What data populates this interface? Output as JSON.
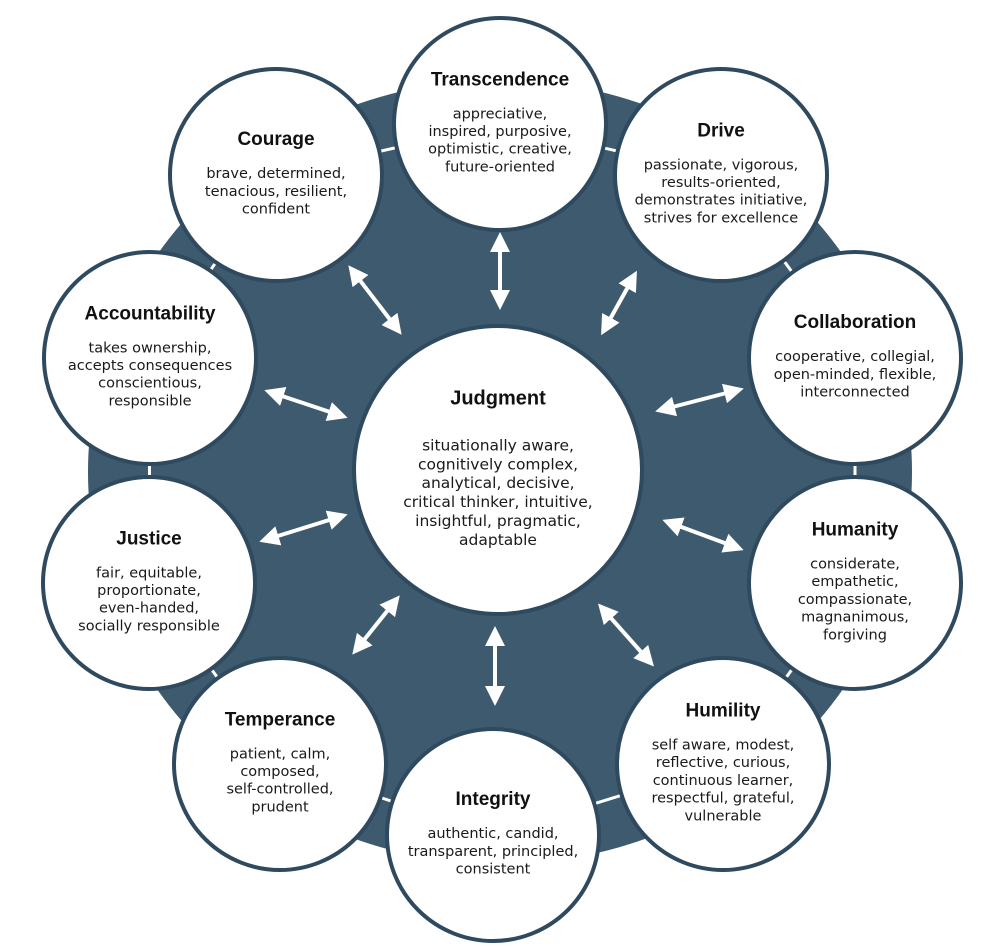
{
  "colors": {
    "ring": "#3d5a6e",
    "circle_fill": "#ffffff",
    "circle_stroke": "#2f4a5e",
    "arrow": "#ffffff",
    "text": "#111111"
  },
  "center": {
    "title": "Judgment",
    "lines": [
      "situationally aware,",
      "cognitively complex,",
      "analytical, decisive,",
      "critical thinker, intuitive,",
      "insightful, pragmatic,",
      "adaptable"
    ]
  },
  "nodes": [
    {
      "id": "transcendence",
      "title": "Transcendence",
      "lines": [
        "appreciative,",
        "inspired, purposive,",
        "optimistic, creative,",
        "future-oriented"
      ]
    },
    {
      "id": "drive",
      "title": "Drive",
      "lines": [
        "passionate, vigorous,",
        "results-oriented,",
        "demonstrates initiative,",
        "strives for excellence"
      ]
    },
    {
      "id": "collaboration",
      "title": "Collaboration",
      "lines": [
        "cooperative, collegial,",
        "open-minded, flexible,",
        "interconnected"
      ]
    },
    {
      "id": "humanity",
      "title": "Humanity",
      "lines": [
        "considerate,",
        "empathetic,",
        "compassionate,",
        "magnanimous,",
        "forgiving"
      ]
    },
    {
      "id": "humility",
      "title": "Humility",
      "lines": [
        "self aware, modest,",
        "reflective, curious,",
        "continuous learner,",
        "respectful, grateful,",
        "vulnerable"
      ]
    },
    {
      "id": "integrity",
      "title": "Integrity",
      "lines": [
        "authentic, candid,",
        "transparent, principled,",
        "consistent"
      ]
    },
    {
      "id": "temperance",
      "title": "Temperance",
      "lines": [
        "patient, calm,",
        "composed,",
        "self-controlled,",
        "prudent"
      ]
    },
    {
      "id": "justice",
      "title": "Justice",
      "lines": [
        "fair, equitable,",
        "proportionate,",
        "even-handed,",
        "socially responsible"
      ]
    },
    {
      "id": "accountability",
      "title": "Accountability",
      "lines": [
        "takes ownership,",
        "accepts consequences",
        "conscientious,",
        "responsible"
      ]
    },
    {
      "id": "courage",
      "title": "Courage",
      "lines": [
        "brave, determined,",
        "tenacious, resilient,",
        "confident"
      ]
    }
  ]
}
